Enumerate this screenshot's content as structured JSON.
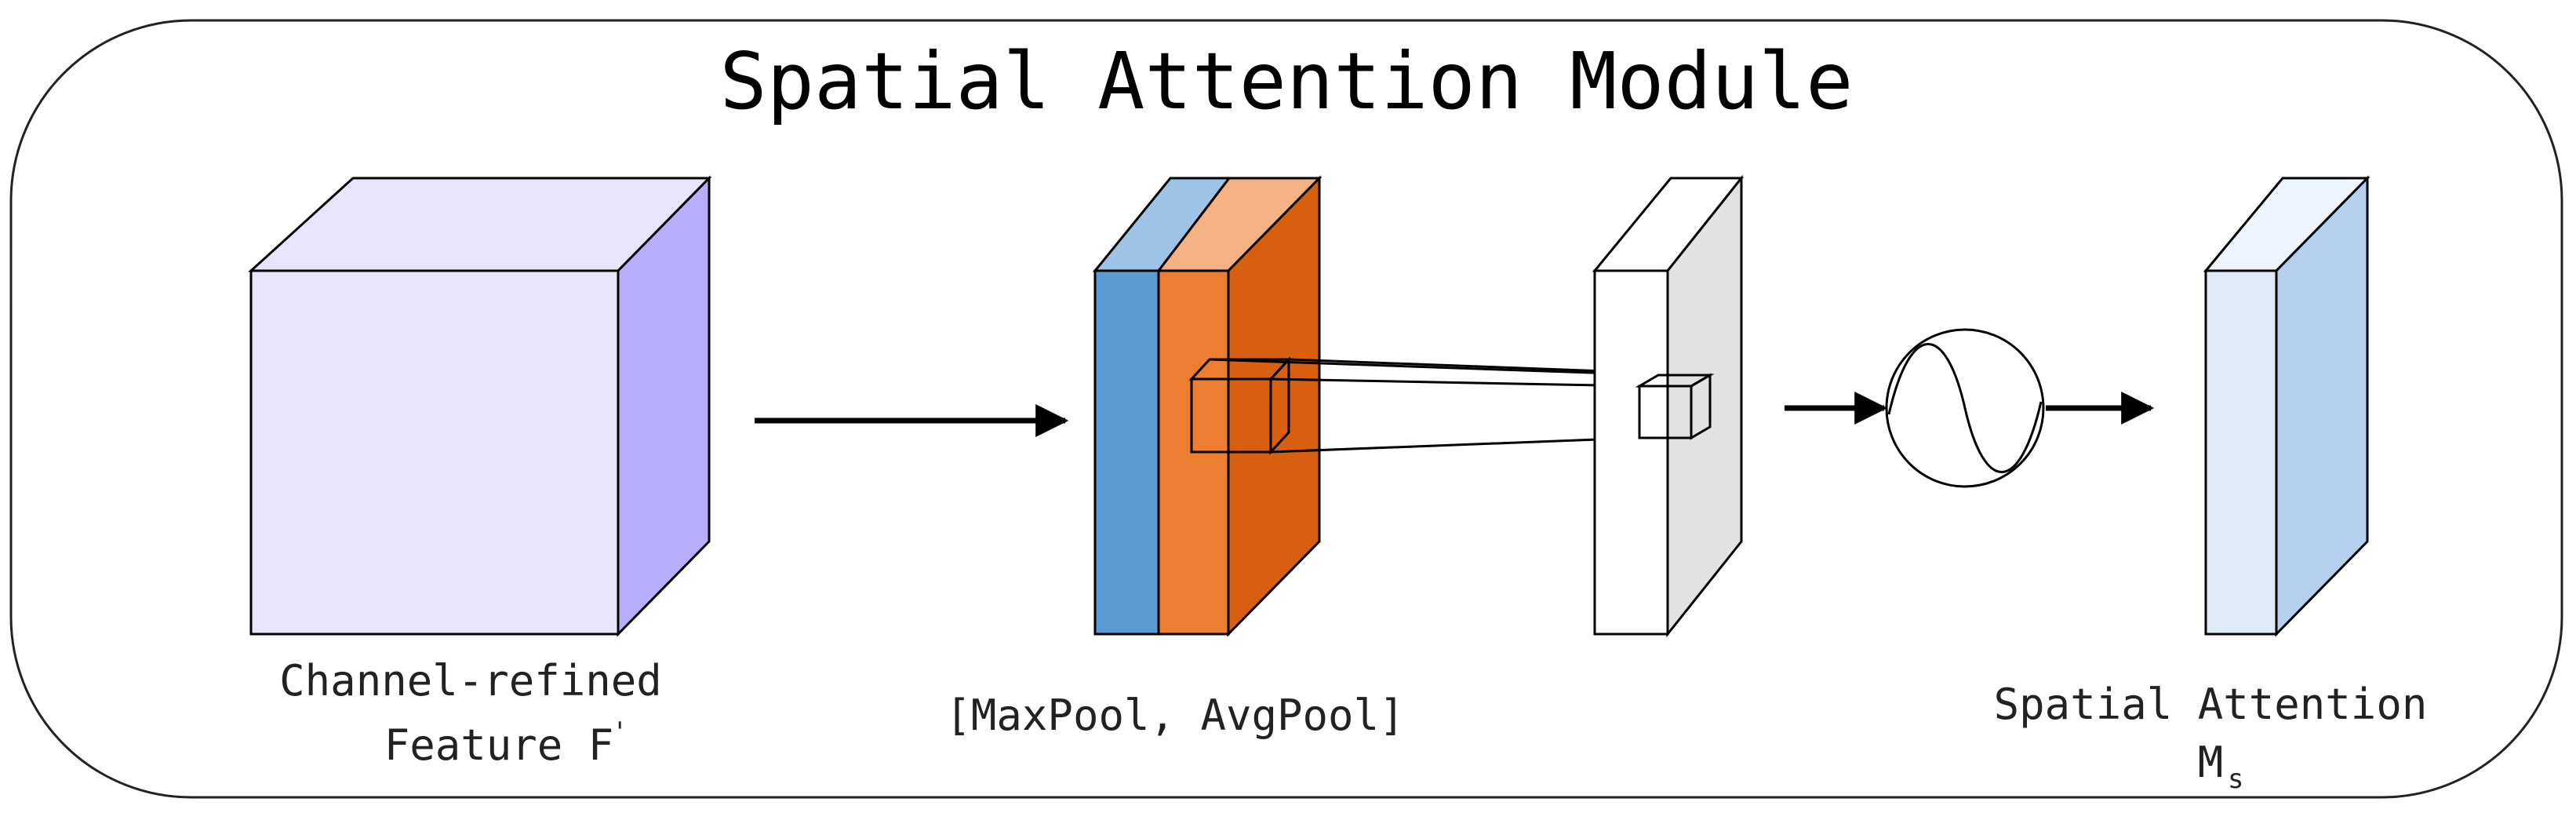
{
  "title": "Spatial Attention Module",
  "labels": {
    "feature_line1": "Channel-refined",
    "feature_line2": "Feature F",
    "feature_prime": "'",
    "pool": "[MaxPool, AvgPool]",
    "attention_line1": "Spatial Attention",
    "attention_line2": "M",
    "attention_sub": "s"
  },
  "colors": {
    "feature_front": "#E8E4FB",
    "feature_side": "#B9AEFC",
    "max_front": "#5B9BD5",
    "max_top": "#9DC3E6",
    "avg_front": "#ED7D31",
    "avg_top": "#F4B183",
    "avg_side": "#D95F10",
    "conv_front": "#FFFFFF",
    "conv_side": "#E2E2E2",
    "attn_front": "#DEEBF7",
    "attn_side": "#B4D0EC",
    "attn_top": "#EEF4FB"
  },
  "icons": {
    "sigmoid": "sigmoid-icon",
    "arrow": "arrow-icon"
  }
}
